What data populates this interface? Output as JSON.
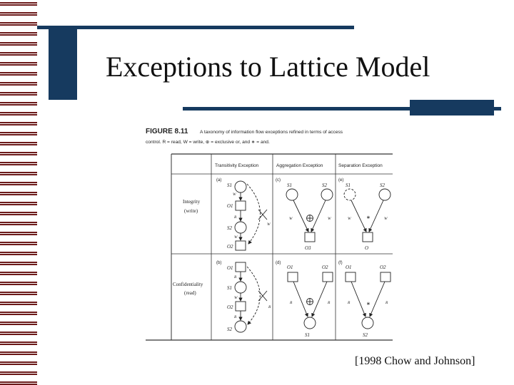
{
  "slide": {
    "title": "Exceptions to Lattice Model",
    "citation": "[1998 Chow and Johnson]"
  },
  "figure": {
    "label": "FIGURE 8.11",
    "caption_line1": "A taxonomy of information flow exceptions refined in terms of access",
    "caption_line2": "control. R = read, W = write, ⊕ = exclusive or, and ∗ = and.",
    "columns": [
      "Transitivity Exception",
      "Aggregation Exception",
      "Separation Exception"
    ],
    "rows": [
      {
        "label": "Integrity",
        "sub": "(write)"
      },
      {
        "label": "Confidentiality",
        "sub": "(read)"
      }
    ],
    "panels": [
      "(a)",
      "(b)",
      "(c)",
      "(d)",
      "(e)",
      "(f)"
    ],
    "nodes": {
      "s1": "S1",
      "s2": "S2",
      "o1": "O1",
      "o2": "O2",
      "o3": "O3",
      "o": "O",
      "w": "W",
      "r": "R",
      "xor": "⊕",
      "and": "∗"
    }
  }
}
